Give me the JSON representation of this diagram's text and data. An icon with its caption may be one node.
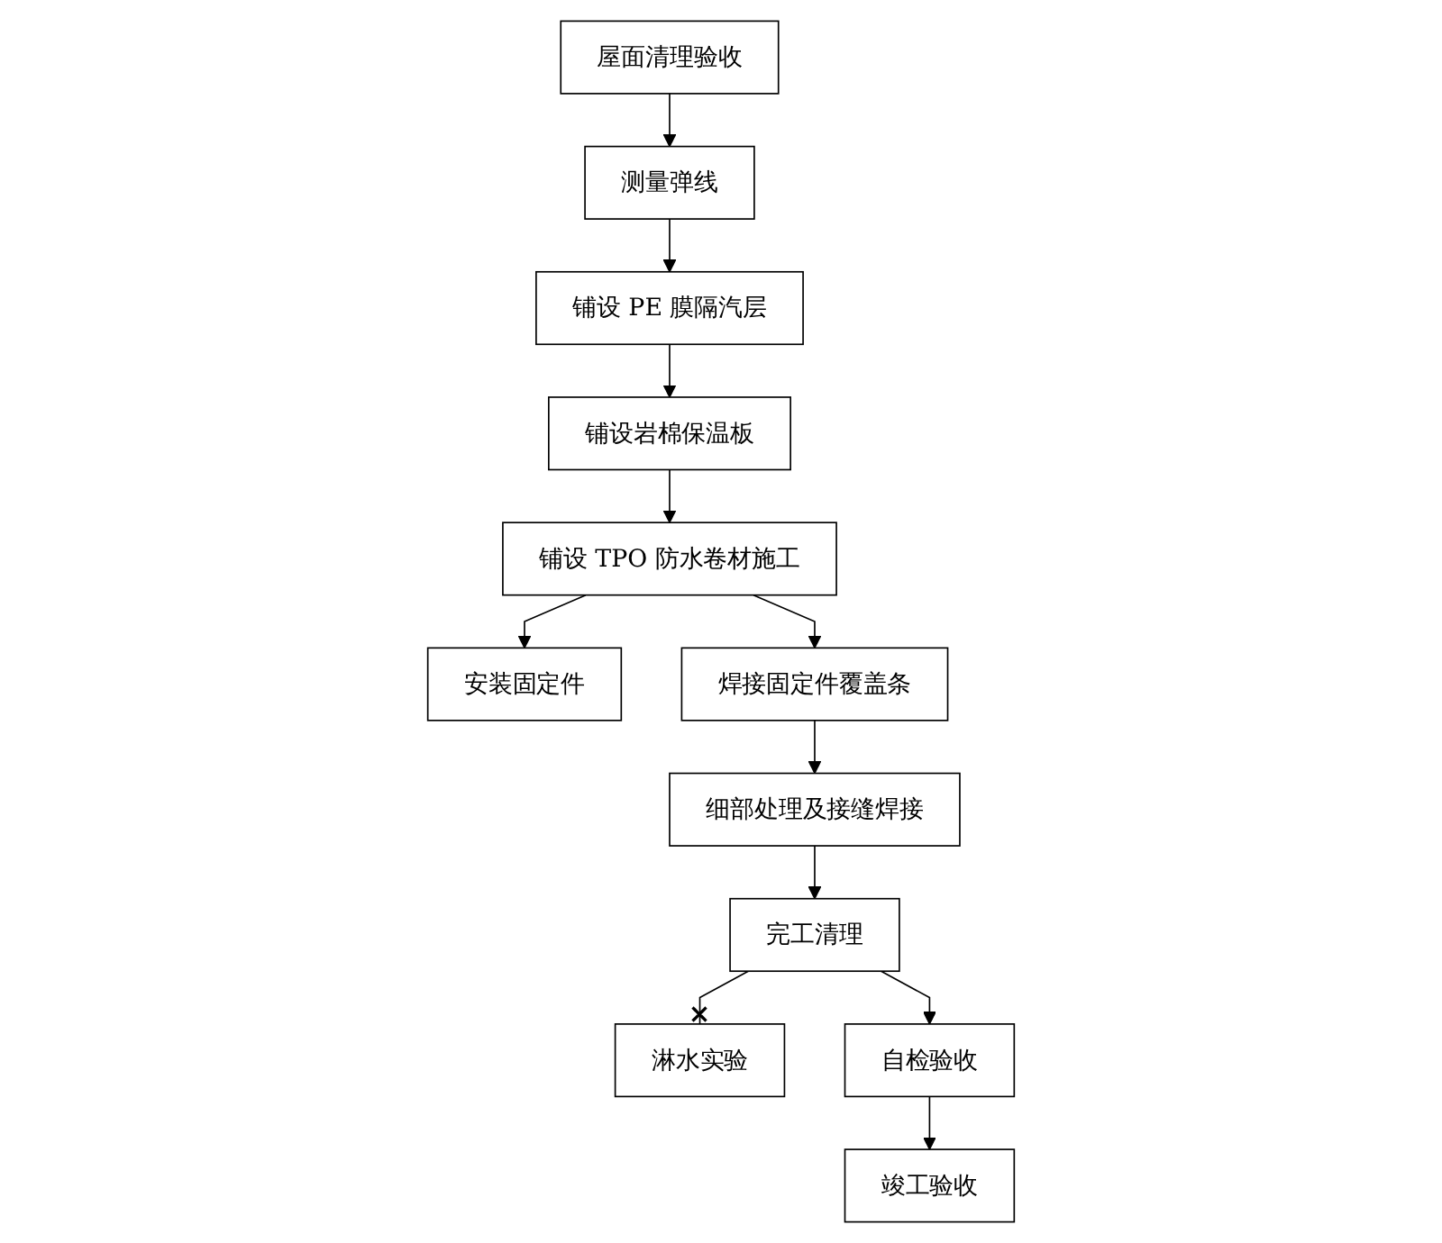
{
  "diagram": {
    "nodes": [
      {
        "text": [
          "屋面清理验收"
        ]
      },
      {
        "text": [
          "测量弹线"
        ]
      },
      {
        "text": [
          "铺设 PE 膜隔汽层"
        ]
      },
      {
        "text": [
          "铺设岩棉保温板"
        ]
      },
      {
        "text": [
          "铺设 TPO 防水卷材施工"
        ]
      },
      {
        "text": [
          "安装固定件"
        ]
      },
      {
        "text": [
          "焊接固定件覆盖条"
        ]
      },
      {
        "text": [
          "细部处理及接缝焊接"
        ]
      },
      {
        "text": [
          "完工清理"
        ]
      },
      {
        "text": [
          "淋水实验"
        ]
      },
      {
        "text": [
          "自检验收"
        ]
      },
      {
        "text": [
          "竣工验收"
        ]
      }
    ],
    "edges": [
      {
        "from": 0,
        "to": 1,
        "arrow": "to"
      },
      {
        "from": 1,
        "to": 2,
        "arrow": "to"
      },
      {
        "from": 2,
        "to": 3,
        "arrow": "to"
      },
      {
        "from": 3,
        "to": 4,
        "arrow": "to"
      },
      {
        "from": 4,
        "to": 5,
        "arrow": "to"
      },
      {
        "from": 4,
        "to": 6,
        "arrow": "to"
      },
      {
        "from": 6,
        "to": 7,
        "arrow": "to"
      },
      {
        "from": 7,
        "to": 8,
        "arrow": "to"
      },
      {
        "from": 8,
        "to": 9,
        "arrow": "other"
      },
      {
        "from": 8,
        "to": 10,
        "arrow": "to"
      },
      {
        "from": 10,
        "to": 11,
        "arrow": "to"
      }
    ]
  }
}
